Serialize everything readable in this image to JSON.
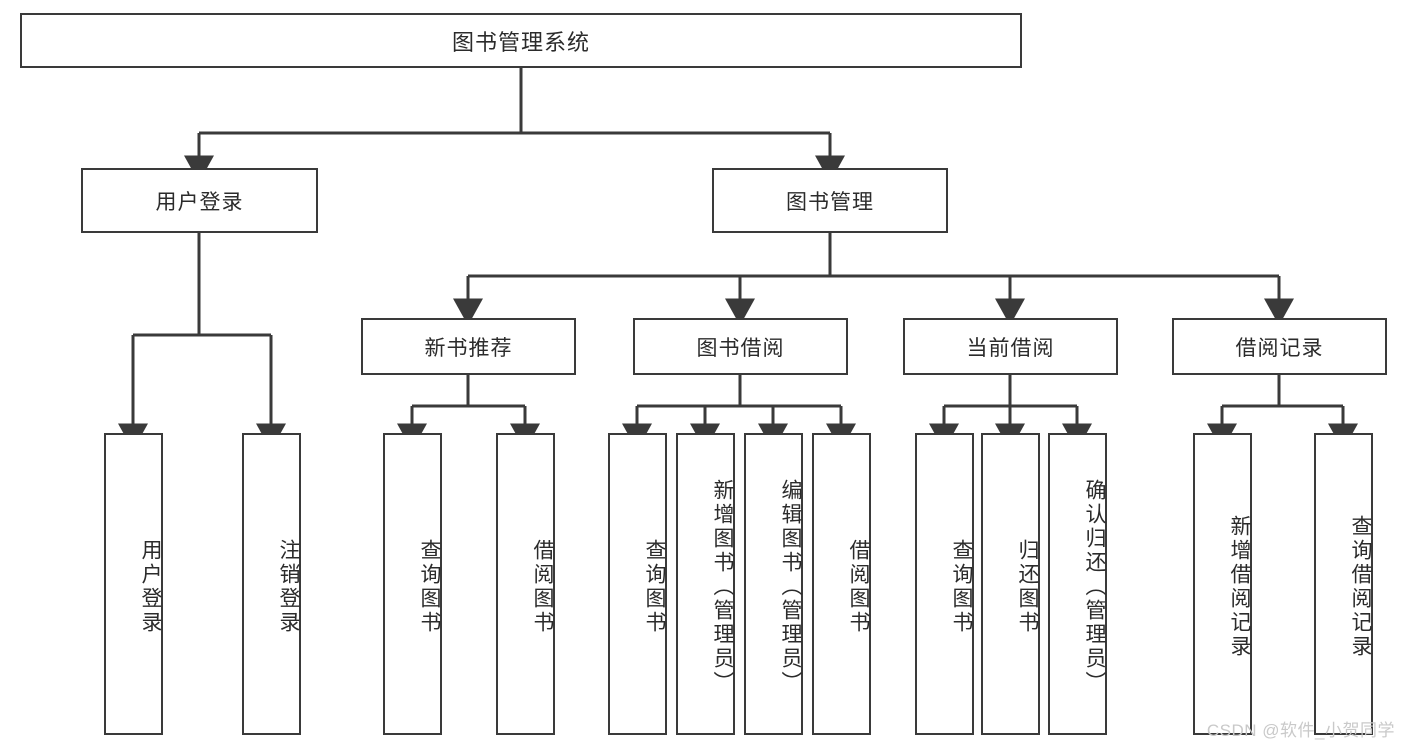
{
  "diagram": {
    "title": "图书管理系统",
    "type": "tree-hierarchy-diagram",
    "colors": {
      "box_border": "#3a3a3a",
      "box_fill": "#ffffff",
      "text": "#2b2b2b",
      "connector": "#3a3a3a",
      "watermark": "#c9c9c9"
    },
    "root": {
      "label": "图书管理系统"
    },
    "level2": [
      {
        "label": "用户登录"
      },
      {
        "label": "图书管理"
      }
    ],
    "level3": [
      {
        "label": "新书推荐"
      },
      {
        "label": "图书借阅"
      },
      {
        "label": "当前借阅"
      },
      {
        "label": "借阅记录"
      }
    ],
    "leaves": {
      "user_login": [
        {
          "label": "用户登录"
        },
        {
          "label": "注销登录"
        }
      ],
      "new_book_recommend": [
        {
          "label": "查询图书"
        },
        {
          "label": "借阅图书"
        }
      ],
      "book_borrow": [
        {
          "label": "查询图书"
        },
        {
          "label": "新增图书（管理员）"
        },
        {
          "label": "编辑图书（管理员）"
        },
        {
          "label": "借阅图书"
        }
      ],
      "current_borrow": [
        {
          "label": "查询图书"
        },
        {
          "label": "归还图书"
        },
        {
          "label": "确认归还（管理员）"
        }
      ],
      "borrow_records": [
        {
          "label": "新增借阅记录"
        },
        {
          "label": "查询借阅记录"
        }
      ]
    },
    "watermark": "CSDN @软件_小贺同学"
  }
}
